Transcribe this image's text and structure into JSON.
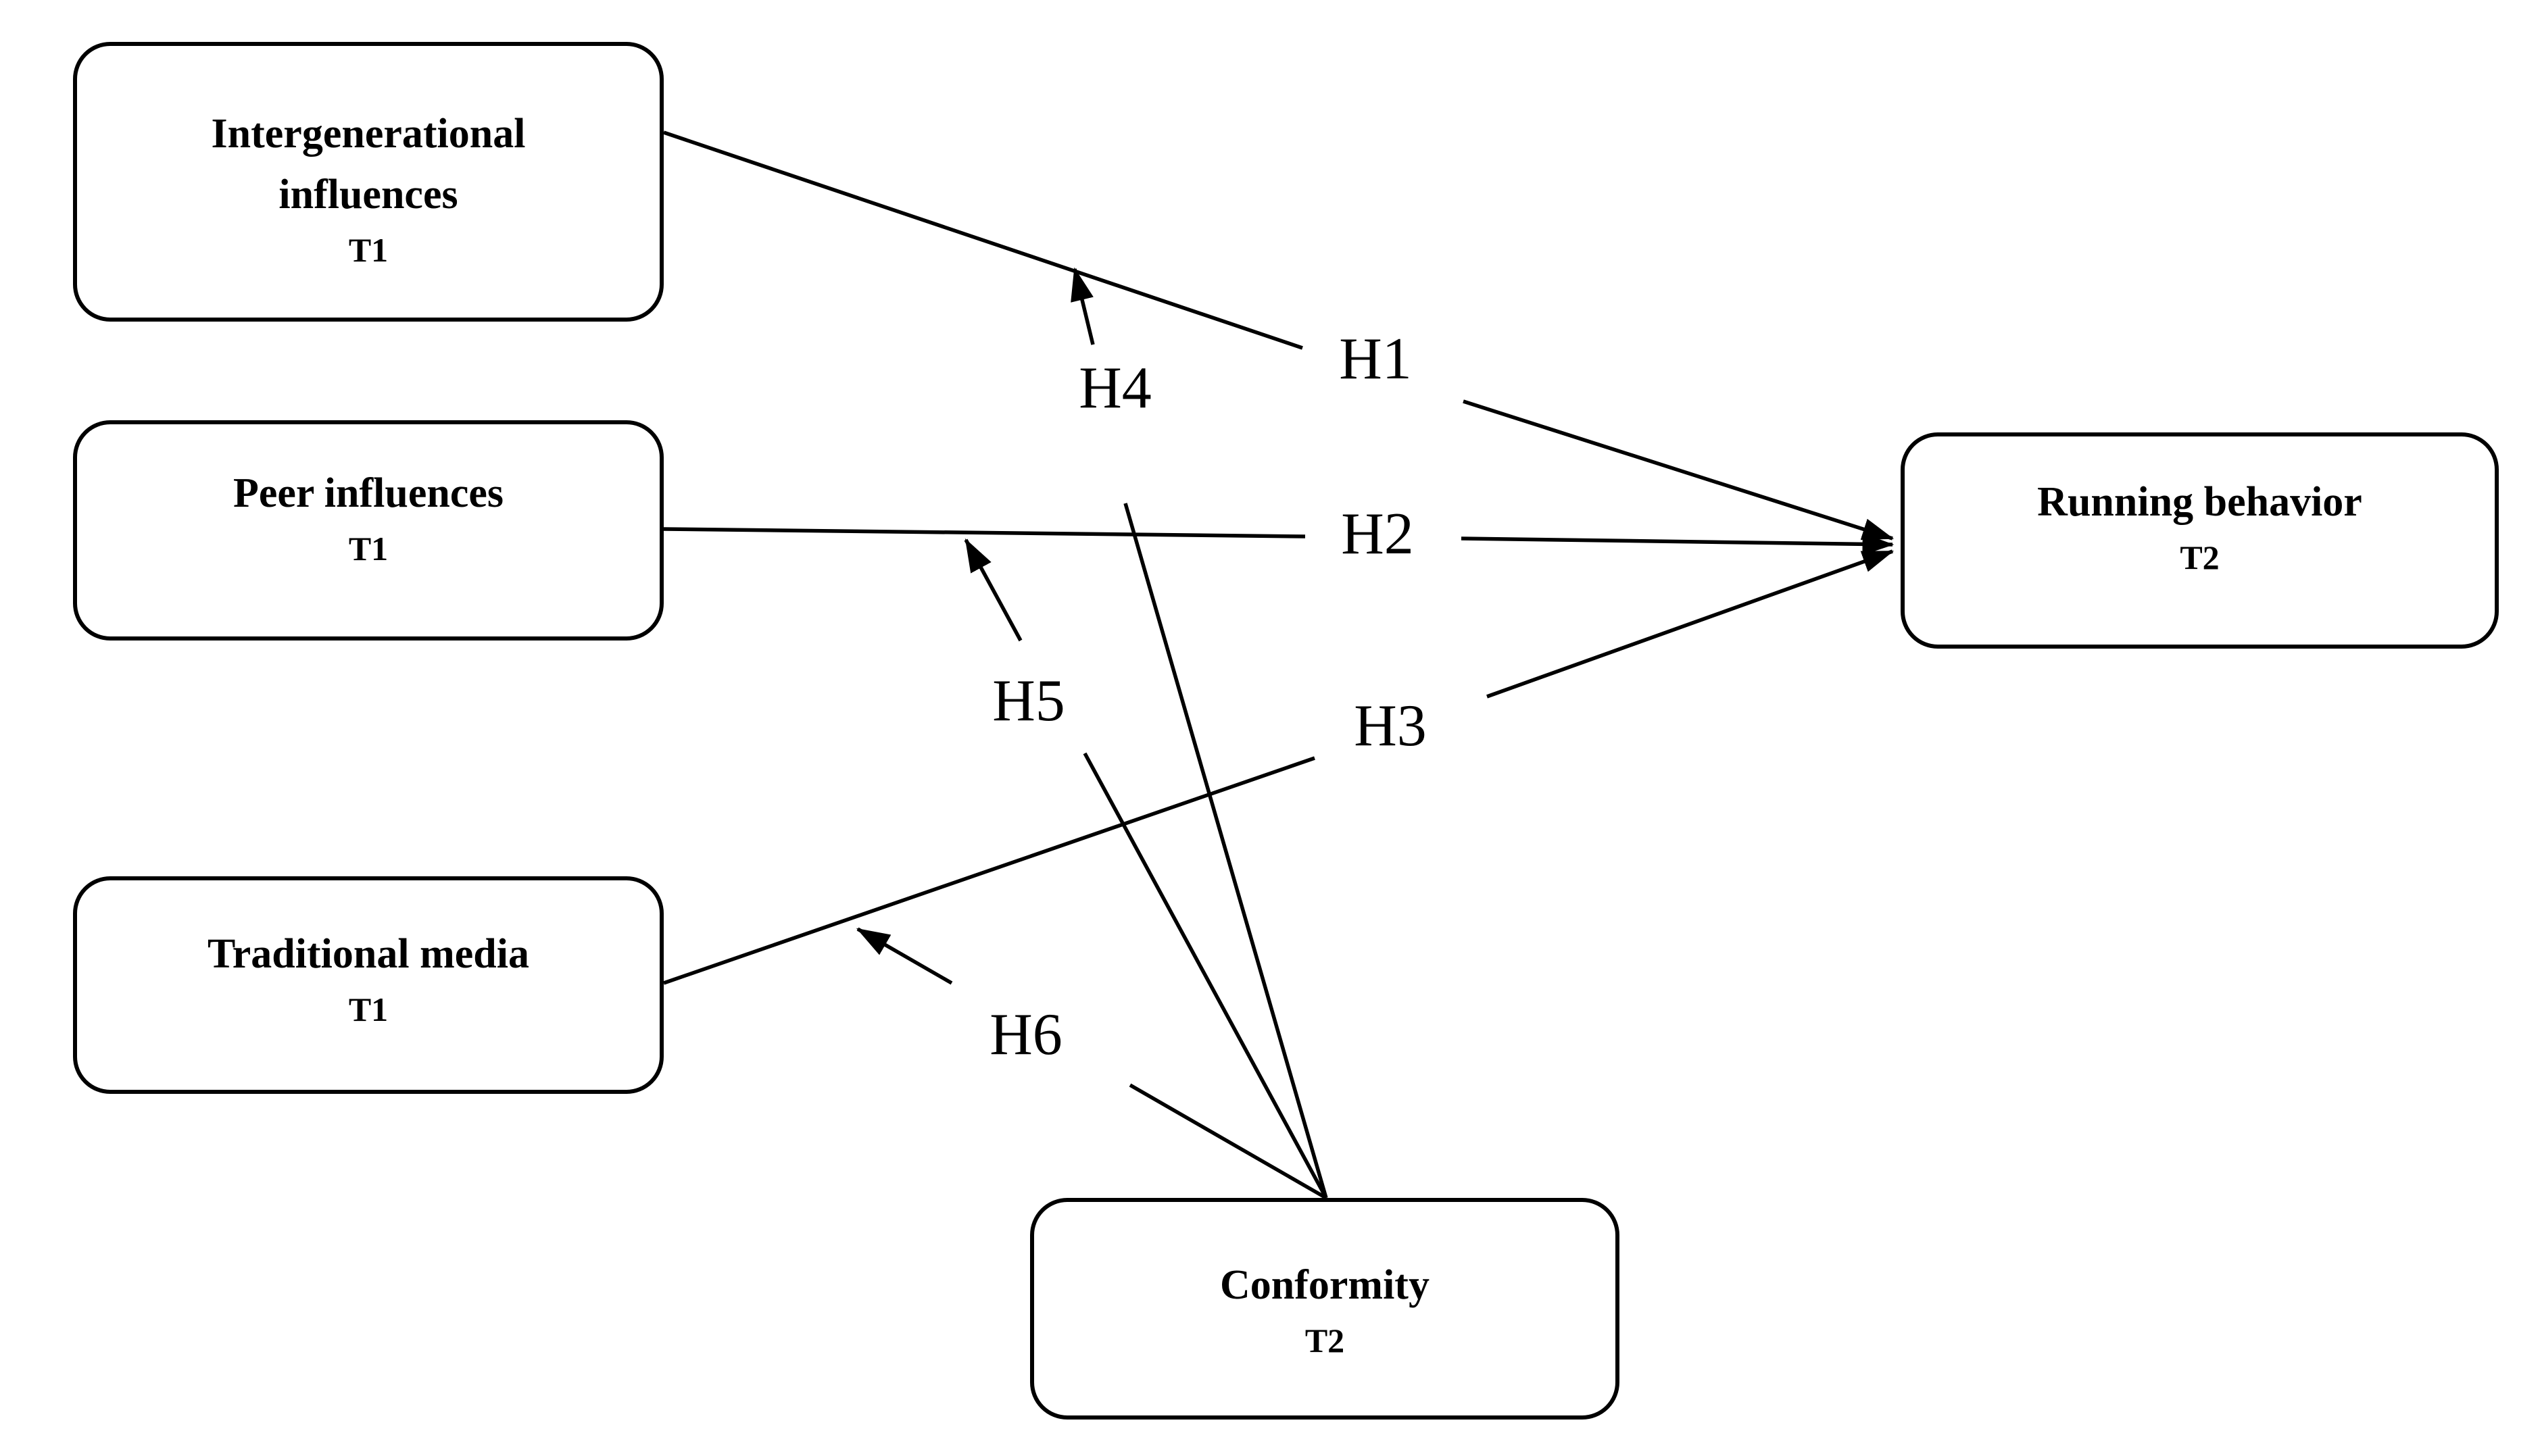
{
  "figure": {
    "background_color": "#ffffff",
    "ink_color": "#000000"
  },
  "nodes": [
    {
      "id": "intergenerational",
      "title": "Intergenerational influences",
      "time": "T1"
    },
    {
      "id": "peer",
      "title": "Peer influences",
      "time": "T1"
    },
    {
      "id": "traditional",
      "title": "Traditional media",
      "time": "T1"
    },
    {
      "id": "running",
      "title": "Running behavior",
      "time": "T2"
    },
    {
      "id": "conformity",
      "title": "Conformity",
      "time": "T2"
    }
  ],
  "paths": [
    {
      "label": "H1",
      "from": "Intergenerational influences T1",
      "to": "Running behavior T2"
    },
    {
      "label": "H2",
      "from": "Peer influences T1",
      "to": "Running behavior T2"
    },
    {
      "label": "H3",
      "from": "Traditional media T1",
      "to": "Running behavior T2"
    },
    {
      "label": "H4",
      "from": "Conformity T2",
      "to": "H1 path"
    },
    {
      "label": "H5",
      "from": "Conformity T2",
      "to": "H2 path"
    },
    {
      "label": "H6",
      "from": "Conformity T2",
      "to": "H3 path"
    }
  ]
}
